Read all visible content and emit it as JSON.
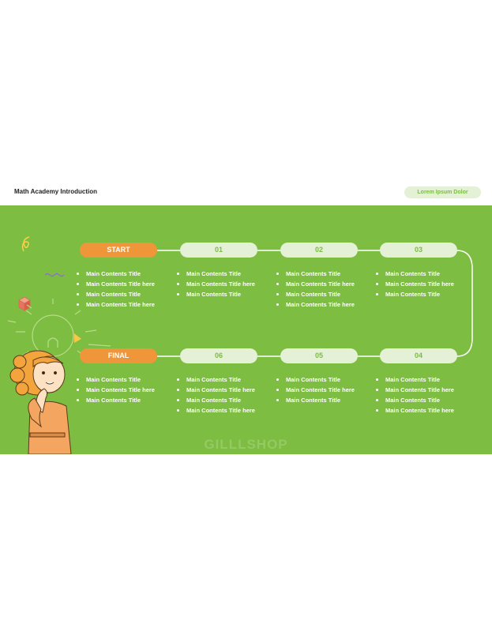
{
  "header": {
    "title": "Math Academy Introduction",
    "badge": "Lorem Ipsum Dolor"
  },
  "timeline": {
    "top_row": [
      {
        "label": "START",
        "items": [
          "Main Contents Title",
          "Main Contents Title here",
          "Main Contents Title",
          "Main Contents Title here"
        ]
      },
      {
        "label": "01",
        "items": [
          "Main Contents Title",
          "Main Contents Title here",
          "Main Contents Title"
        ]
      },
      {
        "label": "02",
        "items": [
          "Main Contents Title",
          "Main Contents Title here",
          "Main Contents Title",
          "Main Contents Title here"
        ]
      },
      {
        "label": "03",
        "items": [
          "Main Contents Title",
          "Main Contents Title here",
          "Main Contents Title"
        ]
      }
    ],
    "bottom_row": [
      {
        "label": "FINAL",
        "items": [
          "Main Contents Title",
          "Main Contents Title here",
          "Main Contents Title"
        ]
      },
      {
        "label": "06",
        "items": [
          "Main Contents Title",
          "Main Contents Title here",
          "Main Contents Title",
          "Main Contents Title here"
        ]
      },
      {
        "label": "05",
        "items": [
          "Main Contents Title",
          "Main Contents Title here",
          "Main Contents Title"
        ]
      },
      {
        "label": "04",
        "items": [
          "Main Contents Title",
          "Main Contents Title here",
          "Main Contents Title",
          "Main Contents Title here"
        ]
      }
    ]
  },
  "watermark": "GILLLSHOP",
  "colors": {
    "background": "#7dbd42",
    "accent_orange": "#ef963a",
    "pill_light": "#e4f1d6",
    "pill_text": "#7cbc41"
  },
  "icons": [
    "lightbulb-icon",
    "cube-icon",
    "triangle-icon",
    "squiggle-icon",
    "girl-illustration"
  ]
}
